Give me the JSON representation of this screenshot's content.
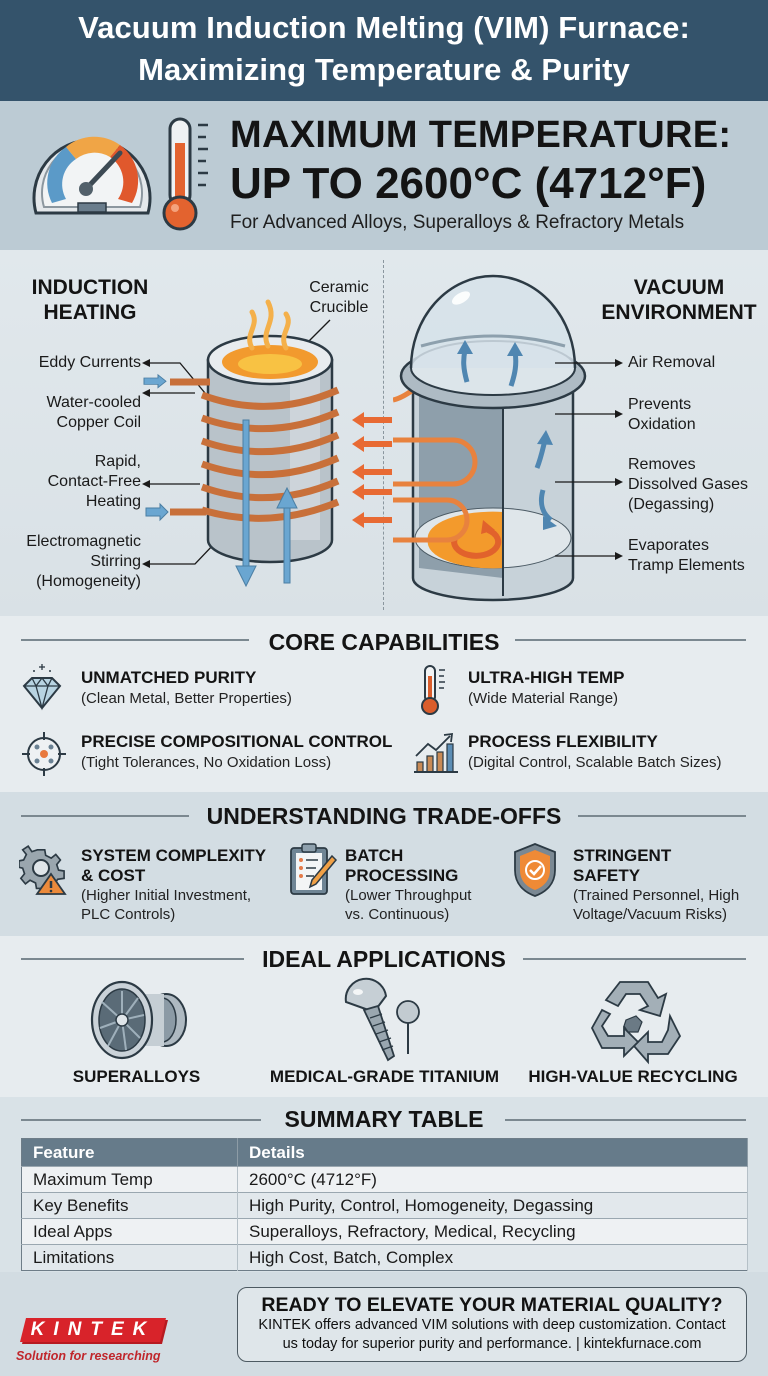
{
  "header": {
    "title_line1": "Vacuum Induction Melting (VIM) Furnace:",
    "title_line2": "Maximizing Temperature & Purity"
  },
  "temperature": {
    "heading_line1": "MAXIMUM TEMPERATURE:",
    "heading_line2": "UP TO 2600°C (4712°F)",
    "subtitle": "For Advanced Alloys, Superalloys & Refractory Metals",
    "icons": [
      "gauge-icon",
      "thermometer-icon"
    ]
  },
  "diagram": {
    "induction": {
      "title_line1": "INDUCTION",
      "title_line2": "HEATING",
      "crucible_label_line1": "Ceramic",
      "crucible_label_line2": "Crucible",
      "labels": [
        {
          "lines": [
            "Eddy Currents"
          ]
        },
        {
          "lines": [
            "Water-cooled",
            "Copper Coil"
          ]
        },
        {
          "lines": [
            "Rapid,",
            "Contact-Free",
            "Heating"
          ]
        },
        {
          "lines": [
            "Electromagnetic",
            "Stirring",
            "(Homogeneity)"
          ]
        }
      ]
    },
    "vacuum": {
      "title_line1": "VACUUM",
      "title_line2": "ENVIRONMENT",
      "labels": [
        {
          "lines": [
            "Air Removal"
          ]
        },
        {
          "lines": [
            "Prevents",
            "Oxidation"
          ]
        },
        {
          "lines": [
            "Removes",
            "Dissolved Gases",
            "(Degassing)"
          ]
        },
        {
          "lines": [
            "Evaporates",
            "Tramp Elements"
          ]
        }
      ]
    }
  },
  "core_capabilities": {
    "title": "CORE CAPABILITIES",
    "items": [
      {
        "icon": "diamond-icon",
        "title": "UNMATCHED PURITY",
        "subtitle": "(Clean Metal, Better Properties)"
      },
      {
        "icon": "thermometer-icon",
        "title": "ULTRA-HIGH TEMP",
        "subtitle": "(Wide Material Range)"
      },
      {
        "icon": "target-icon",
        "title": "PRECISE COMPOSITIONAL CONTROL",
        "subtitle": "(Tight Tolerances, No Oxidation Loss)"
      },
      {
        "icon": "growth-chart-icon",
        "title": "PROCESS FLEXIBILITY",
        "subtitle": "(Digital Control, Scalable Batch Sizes)"
      }
    ]
  },
  "trade_offs": {
    "title": "UNDERSTANDING TRADE-OFFS",
    "items": [
      {
        "icon": "gear-warning-icon",
        "title_lines": [
          "SYSTEM COMPLEXITY",
          "& COST"
        ],
        "sub_lines": [
          "(Higher Initial Investment,",
          "PLC Controls)"
        ]
      },
      {
        "icon": "clipboard-icon",
        "title_lines": [
          "BATCH",
          "PROCESSING"
        ],
        "sub_lines": [
          "(Lower Throughput",
          "vs. Continuous)"
        ]
      },
      {
        "icon": "shield-check-icon",
        "title_lines": [
          "STRINGENT",
          "SAFETY"
        ],
        "sub_lines": [
          "(Trained Personnel, High",
          "Voltage/Vacuum Risks)"
        ]
      }
    ]
  },
  "applications": {
    "title": "IDEAL APPLICATIONS",
    "items": [
      {
        "icon": "jet-engine-icon",
        "label": "SUPERALLOYS"
      },
      {
        "icon": "medical-implant-icon",
        "label": "MEDICAL-GRADE TITANIUM"
      },
      {
        "icon": "recycle-icon",
        "label": "HIGH-VALUE RECYCLING"
      }
    ]
  },
  "summary_table": {
    "title": "SUMMARY TABLE",
    "columns": [
      "Feature",
      "Details"
    ],
    "rows": [
      [
        "Maximum Temp",
        "2600°C (4712°F)"
      ],
      [
        "Key Benefits",
        "High Purity, Control, Homogeneity, Degassing"
      ],
      [
        "Ideal Apps",
        "Superalloys, Refractory, Medical, Recycling"
      ],
      [
        "Limitations",
        "High Cost, Batch, Complex"
      ]
    ]
  },
  "footer": {
    "logo_text": "KINTEK",
    "logo_tagline": "Solution for researching",
    "cta_heading": "READY TO ELEVATE YOUR MATERIAL QUALITY?",
    "cta_line1": "KINTEK offers advanced VIM solutions with deep customization. Contact",
    "cta_line2": "us today for superior purity and performance.  | kintekfurnace.com"
  },
  "colors": {
    "header_bg": "#34536b",
    "temp_band_bg": "#bccbd4",
    "copper": "#c8703a",
    "molten_orange": "#f39a2c",
    "flow_blue": "#6aa6d1",
    "logo_red": "#d8232a",
    "table_header": "#667b8a"
  }
}
